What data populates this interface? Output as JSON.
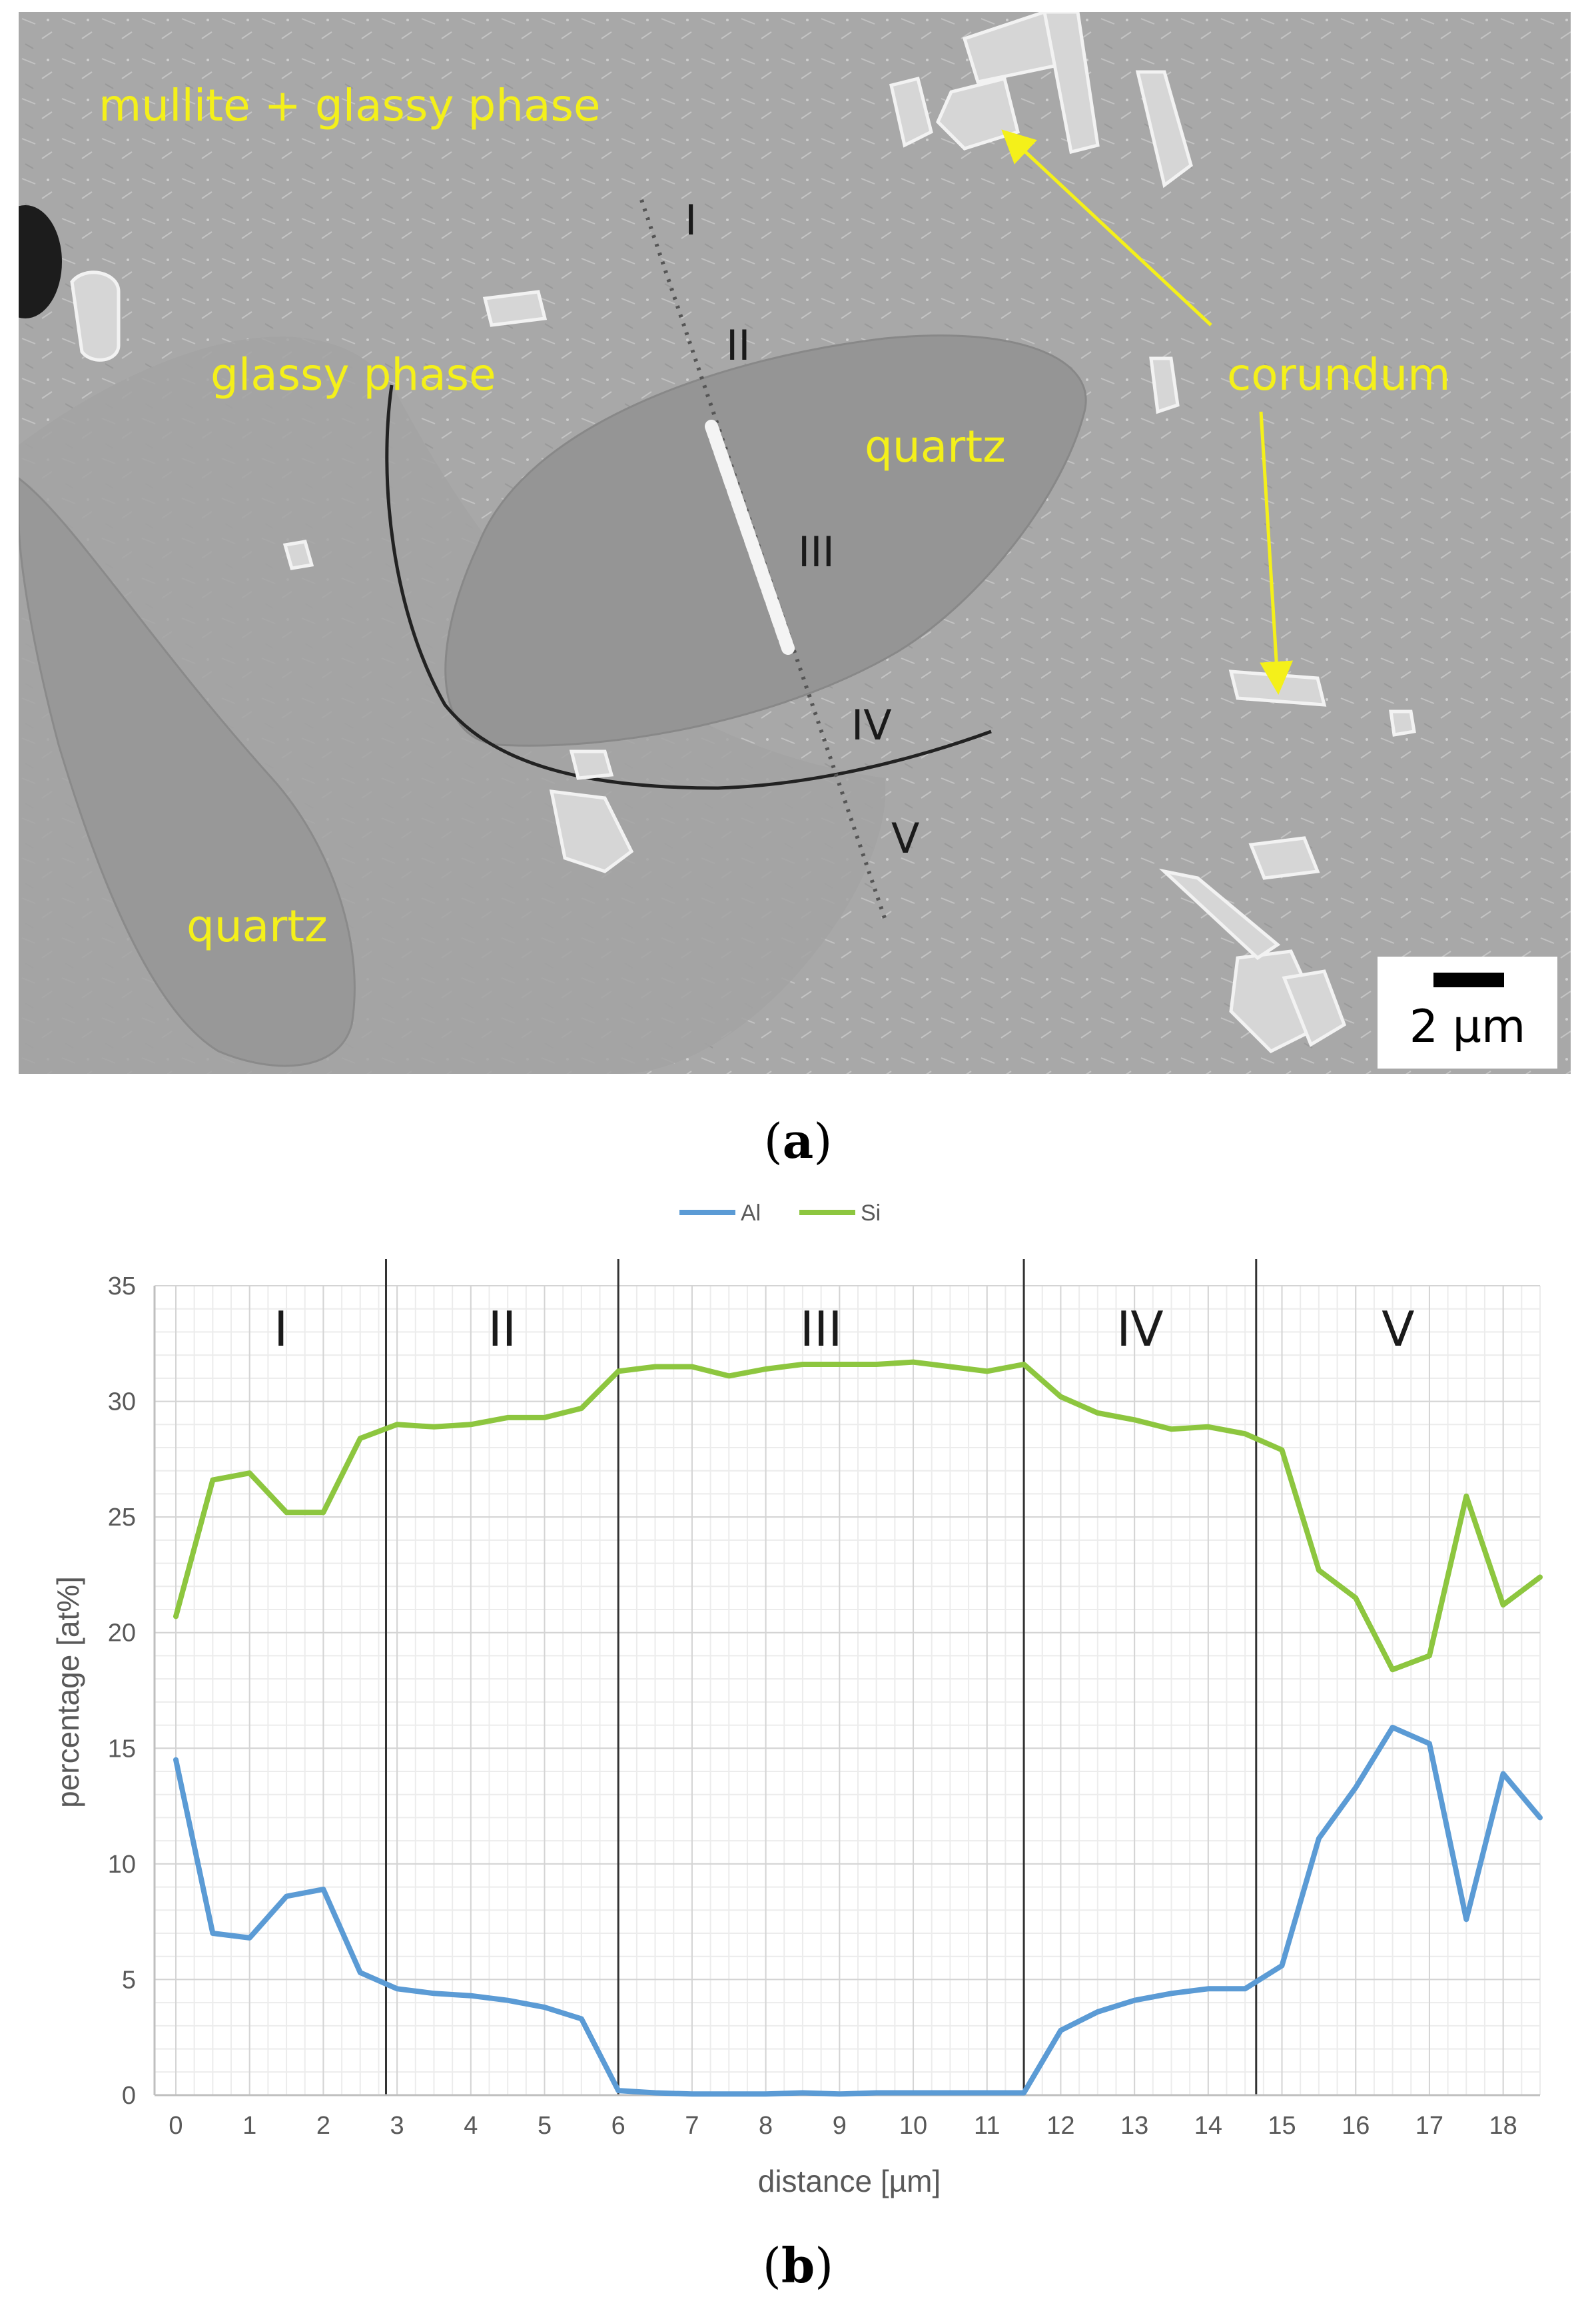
{
  "panel_a": {
    "labels": {
      "mullite_glassy": "mullite + glassy phase",
      "glassy_phase": "glassy phase",
      "quartz_center": "quartz",
      "quartz_left": "quartz",
      "corundum": "corundum"
    },
    "line_scan_regions": [
      "I",
      "II",
      "III",
      "IV",
      "V"
    ],
    "scale_bar": "2 µm",
    "colors": {
      "label": "#f4f01a",
      "arrow": "#f4f01a"
    }
  },
  "caption_a": "a",
  "caption_b": "b",
  "chart_data": {
    "type": "line",
    "xlabel": "distance [µm]",
    "ylabel": "percentage [at%]",
    "xlim": [
      0,
      18.5
    ],
    "ylim": [
      0,
      35
    ],
    "x_ticks": [
      0,
      1,
      2,
      3,
      4,
      5,
      6,
      7,
      8,
      9,
      10,
      11,
      12,
      13,
      14,
      15,
      16,
      17,
      18
    ],
    "y_ticks": [
      0,
      5,
      10,
      15,
      20,
      25,
      30,
      35
    ],
    "grid": true,
    "legend_position": "top-center",
    "x": [
      0,
      0.5,
      1,
      1.5,
      2,
      2.5,
      3,
      3.5,
      4,
      4.5,
      5,
      5.5,
      6,
      6.5,
      7,
      7.5,
      8,
      8.5,
      9,
      9.5,
      10,
      10.5,
      11,
      11.5,
      12,
      12.5,
      13,
      13.5,
      14,
      14.5,
      15,
      15.5,
      16,
      16.5,
      17,
      17.5,
      18,
      18.5
    ],
    "series": [
      {
        "name": "Al",
        "color": "#5b9bd5",
        "values": [
          14.5,
          7.0,
          6.8,
          8.6,
          8.9,
          5.3,
          4.6,
          4.4,
          4.3,
          4.1,
          3.8,
          3.3,
          0.2,
          0.1,
          0.05,
          0.05,
          0.05,
          0.1,
          0.05,
          0.1,
          0.1,
          0.1,
          0.1,
          0.1,
          2.8,
          3.6,
          4.1,
          4.4,
          4.6,
          4.6,
          5.6,
          11.1,
          13.3,
          15.9,
          15.2,
          7.6,
          13.9,
          12.0
        ]
      },
      {
        "name": "Si",
        "color": "#8dc63f",
        "values": [
          20.7,
          26.6,
          26.9,
          25.2,
          25.2,
          28.4,
          29.0,
          28.9,
          29.0,
          29.3,
          29.3,
          29.7,
          31.3,
          31.5,
          31.5,
          31.1,
          31.4,
          31.6,
          31.6,
          31.6,
          31.7,
          31.5,
          31.3,
          31.6,
          30.2,
          29.5,
          29.2,
          28.8,
          28.9,
          28.6,
          27.9,
          22.7,
          21.5,
          18.4,
          19.0,
          25.9,
          21.2,
          22.4
        ]
      }
    ],
    "regions": [
      {
        "label": "I",
        "from": 0,
        "to": 2.85
      },
      {
        "label": "II",
        "from": 2.85,
        "to": 6.0
      },
      {
        "label": "III",
        "from": 6.0,
        "to": 11.5
      },
      {
        "label": "IV",
        "from": 11.5,
        "to": 14.65
      },
      {
        "label": "V",
        "from": 14.65,
        "to": 18.5
      }
    ]
  }
}
